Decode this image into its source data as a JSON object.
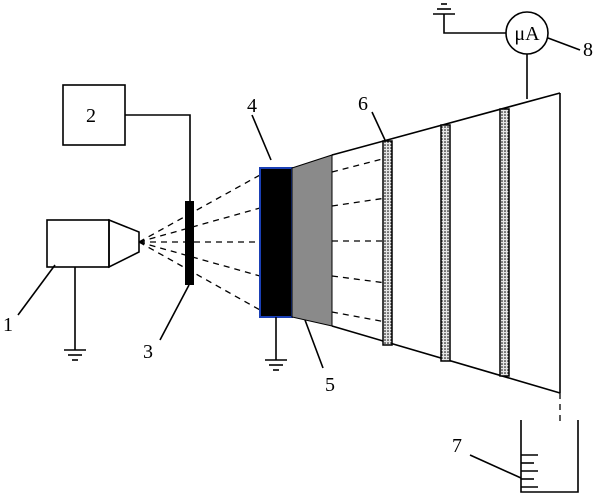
{
  "labels": {
    "n1": "1",
    "n2": "2",
    "n3": "3",
    "n4": "4",
    "n5": "5",
    "n6": "6",
    "n7": "7",
    "n8": "8",
    "meter": "μA"
  },
  "colors": {
    "line": "#000000",
    "target_fill": "#000000",
    "target_border": "#1a3fb5",
    "gray_block": "#8a8a8a",
    "screen_fill": "#d9d9d9"
  },
  "icons": [
    "ground-icon",
    "microammeter-icon",
    "beaker-icon"
  ]
}
